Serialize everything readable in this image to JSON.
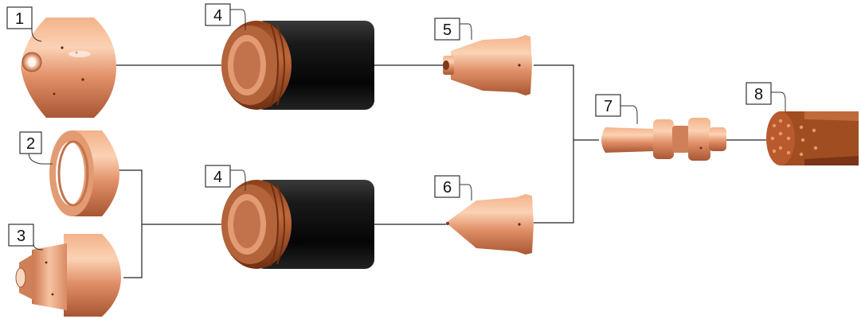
{
  "diagram": {
    "callouts": [
      "1",
      "2",
      "3",
      "4",
      "4",
      "5",
      "6",
      "7",
      "8"
    ]
  },
  "colors": {
    "copper_light": "#f6c6a3",
    "copper_mid": "#e0916a",
    "copper_dark": "#b56440",
    "copper_shadow": "#7a3a1e",
    "bronze_sleeve": "#9c4e24",
    "black_body": "#111111",
    "line": "#222222"
  },
  "icons": [
    "shield-cap-part",
    "retaining-ring-part",
    "deflector-part",
    "retaining-cap-part",
    "nozzle-part",
    "electrode-part",
    "swirl-ring-part"
  ]
}
